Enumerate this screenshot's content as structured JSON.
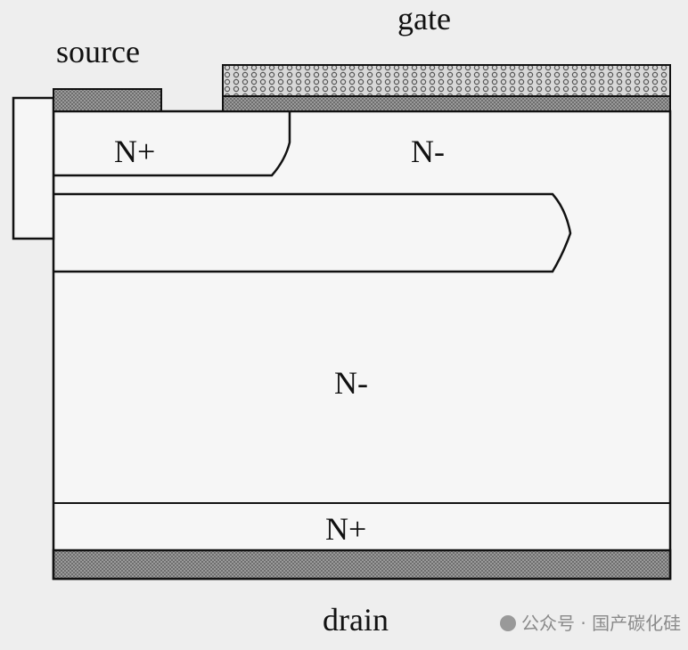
{
  "labels": {
    "source": "source",
    "gate": "gate",
    "n_plus_top": "N+",
    "n_minus_top": "N-",
    "n_minus_drift": "N-",
    "n_plus_bottom": "N+",
    "drain": "drain"
  },
  "watermark": "公众号 · 国产碳化硅",
  "colors": {
    "background": "#eeeeee",
    "region_fill": "#f6f6f6",
    "metal": "#8c8c8c",
    "line": "#111111"
  }
}
